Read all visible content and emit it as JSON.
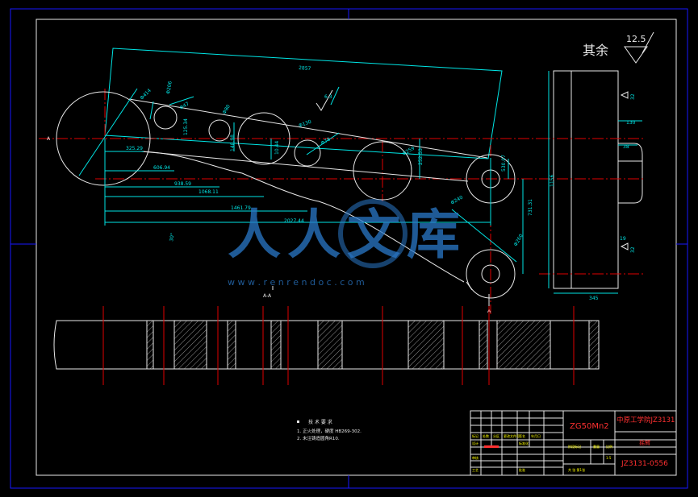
{
  "drawing": {
    "rest_surface_label": "其余",
    "rest_roughness": "12.5",
    "section_label": "A-A",
    "section_mark_left": "A",
    "section_mark_right": "A"
  },
  "dimensions": {
    "overall": "2857",
    "roughness_top": "6.3",
    "d_left": "Φ414",
    "d1": "Φ206",
    "d2": "Φ47",
    "d3": "Φ80",
    "d4": "Φ130",
    "d5": "Φ78",
    "d6": "Φ259",
    "d7": "Φ240",
    "d8": "Φ260",
    "h1": "125.34",
    "h2": "148.98",
    "h3": "252.53",
    "h4": "530.07",
    "h5": "731.31",
    "v1": "10.44",
    "x1": "325.29",
    "x2": "606.94",
    "x3": "938.59",
    "x4": "1068.11",
    "x5": "1461.79",
    "x6": "2027.44",
    "angle": "30°",
    "side_height": "1156",
    "side_top": "32",
    "side_w1": "130",
    "side_w2": "38",
    "side_w3": "19",
    "side_w4": "32",
    "side_bottom": "345"
  },
  "notes": {
    "title": "技 术 要 求",
    "line1": "1. 正火处理，硬度 HB269-302.",
    "line2": "2. 未注铸造圆角R10."
  },
  "title_block": {
    "material": "ZG50Mn2",
    "company": "中原工学院JZ3131",
    "part_name": "摇臂",
    "drawing_no": "JZ3131-0556",
    "cells": {
      "mark": "标记",
      "count": "处数",
      "zone": "分区",
      "change_doc": "更改文件号",
      "sign": "签名",
      "date": "年月日",
      "design": "设计",
      "standard": "标准化",
      "review": "审核",
      "craft": "工艺",
      "approve": "批准",
      "stage": "阶段标记",
      "weight": "重量",
      "scale": "比例",
      "scale_val": "1:5",
      "sheet": "共  张  第1张"
    }
  },
  "watermark": {
    "text": "人人文库",
    "url": "w w w . r e n r e n d o c . c o m"
  }
}
